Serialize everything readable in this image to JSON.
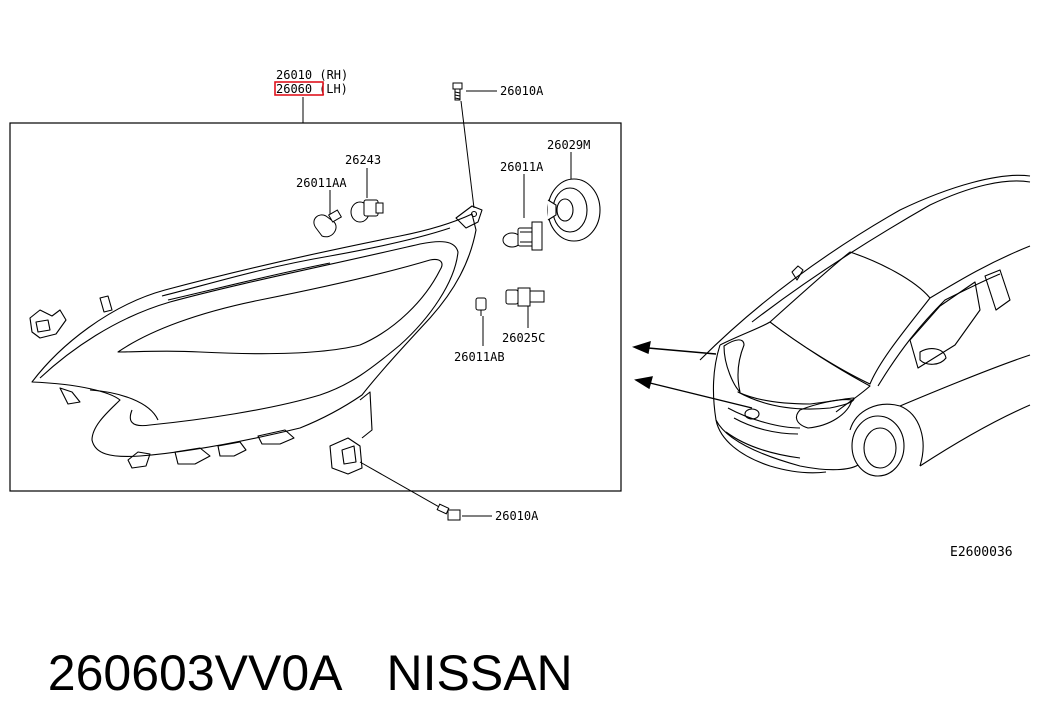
{
  "diagram": {
    "main_part": {
      "rh": "26010 (RH)",
      "lh_code": "26060",
      "lh_side": "(LH)",
      "highlight_color": "#e0141e"
    },
    "callouts": {
      "screw_top": "26010A",
      "screw_bottom": "26010A",
      "bulb_high": "26011A",
      "cap": "26029M",
      "socket": "26243",
      "bulb_side": "26011AA",
      "bulb_small": "26011AB",
      "socket_small": "26025C"
    },
    "reference_code": "E2600036"
  },
  "caption": {
    "part_number": "260603VV0A",
    "brand": "NISSAN"
  },
  "icons": [
    "headlamp-assembly-drawing",
    "vehicle-front-view-drawing",
    "screw-icon",
    "bulb-icon",
    "socket-icon",
    "dust-cap-icon"
  ]
}
